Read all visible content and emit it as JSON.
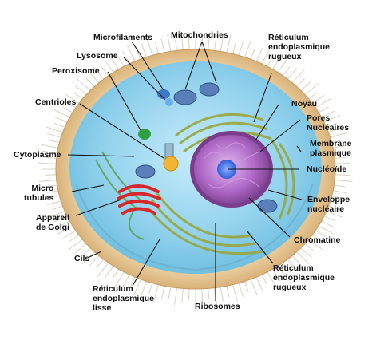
{
  "labels": {
    "microfilaments": "Microfilaments",
    "mitochondries": "Mitochondries",
    "reticulum_rugueux_top": "Réticulum\nendoplasmique\nrugueux",
    "lysosome": "Lysosome",
    "peroxisome": "Peroxisome",
    "noyau": "Noyau",
    "pores": "Pores\nNucléaires",
    "centrioles": "Centrioles",
    "membrane": "Membrane\nplasmique",
    "cytoplasme": "Cytoplasme",
    "nucleoide": "Nucléoïde",
    "microtubules": "Micro\ntubules",
    "enveloppe": "Enveloppe\nnucléaire",
    "golgi": "Appareil\nde Golgi",
    "chromatine": "Chromatine",
    "cils": "Cils",
    "reticulum_rugueux_bottom": "Réticulum\nendoplasmique\nrugueux",
    "reticulum_lisse": "Réticulum\nendoplasmique\nlisse",
    "ribosomes": "Ribosomes"
  },
  "colors": {
    "cilia": "#d8d2c6",
    "membrane_outer": "#e9cfa0",
    "cytoplasm": "#8fd0ec",
    "cytoplasm_inner": "#a9dcf2",
    "nucleus_env": "#7a3d8c",
    "nucleus": "#b06ac8",
    "nucleolus": "#2f5fd8",
    "golgi": "#d9262a",
    "rough_er": "#9aa63c",
    "smooth_er": "#5aa04a",
    "mitochondria": "#5a7fb8",
    "peroxisome": "#2ea040",
    "centriole": "#f2b531",
    "leader_line": "#111111"
  }
}
